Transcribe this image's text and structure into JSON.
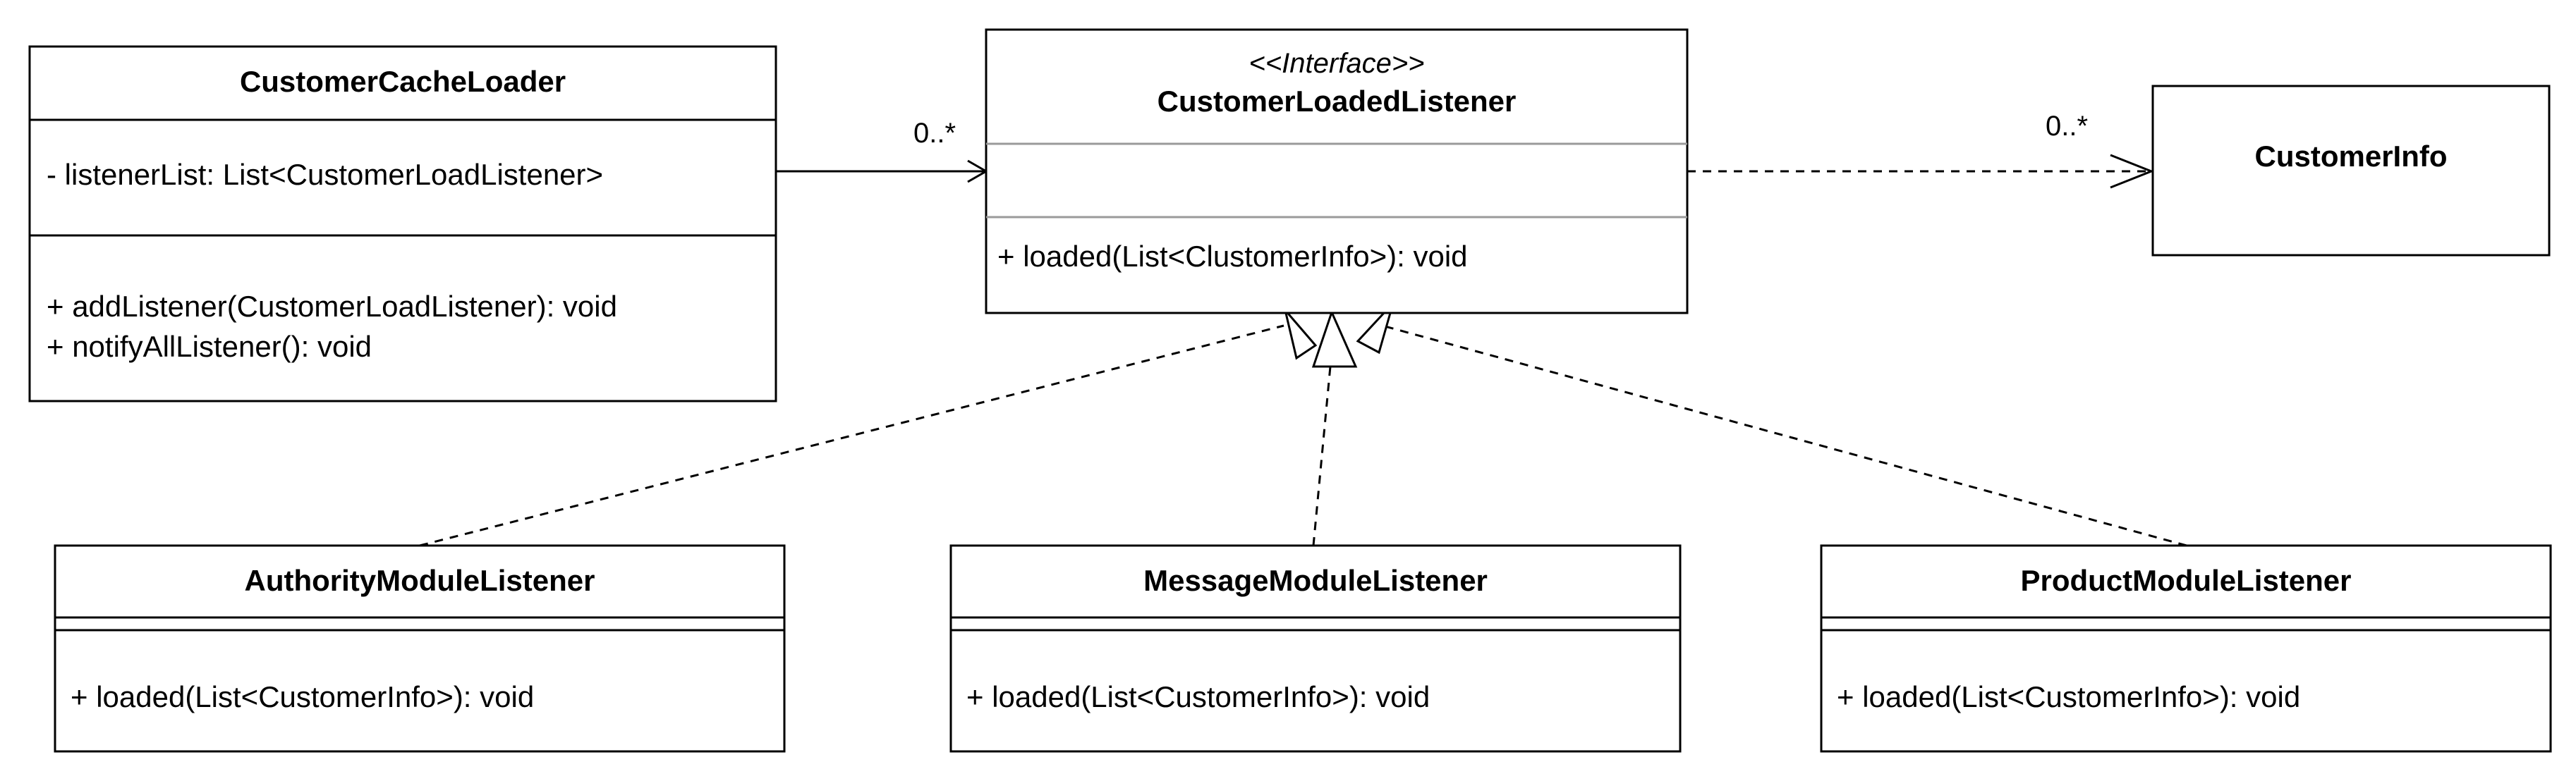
{
  "classes": {
    "cache_loader": {
      "name": "CustomerCacheLoader",
      "attributes": [
        "- listenerList: List<CustomerLoadListener>"
      ],
      "methods": [
        "+ addListener(CustomerLoadListener): void",
        "+ notifyAllListener(): void"
      ]
    },
    "listener_interface": {
      "stereotype": "<<Interface>>",
      "name": "CustomerLoadedListener",
      "methods": [
        "+ loaded(List<ClustomerInfo>): void"
      ]
    },
    "customer_info": {
      "name": "CustomerInfo"
    },
    "authority_listener": {
      "name": "AuthorityModuleListener",
      "methods": [
        "+ loaded(List<CustomerInfo>): void"
      ]
    },
    "message_listener": {
      "name": "MessageModuleListener",
      "methods": [
        "+ loaded(List<CustomerInfo>): void"
      ]
    },
    "product_listener": {
      "name": "ProductModuleListener",
      "methods": [
        "+ loaded(List<CustomerInfo>): void"
      ]
    }
  },
  "relations": {
    "loader_to_listener": {
      "multiplicity": "0..*"
    },
    "listener_to_info": {
      "multiplicity": "0..*"
    }
  }
}
